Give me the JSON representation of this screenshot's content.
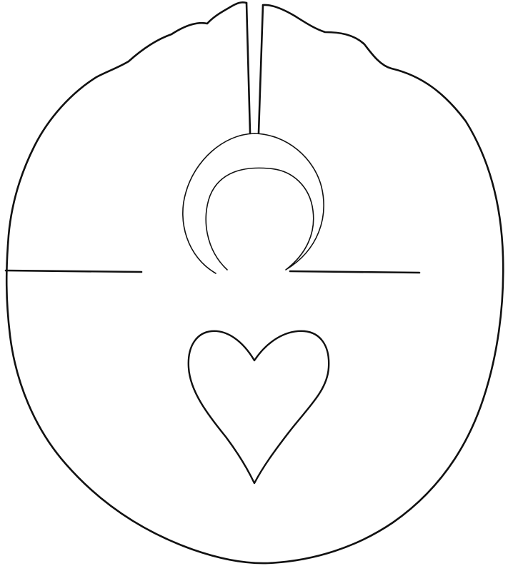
{
  "figure": {
    "background_color": "#ffffff",
    "stroke_color": "#111111",
    "shapes": [
      "outer-outline",
      "top-notch-slit",
      "crescent-arc",
      "horizontal-line-left",
      "horizontal-line-right",
      "heart"
    ]
  }
}
